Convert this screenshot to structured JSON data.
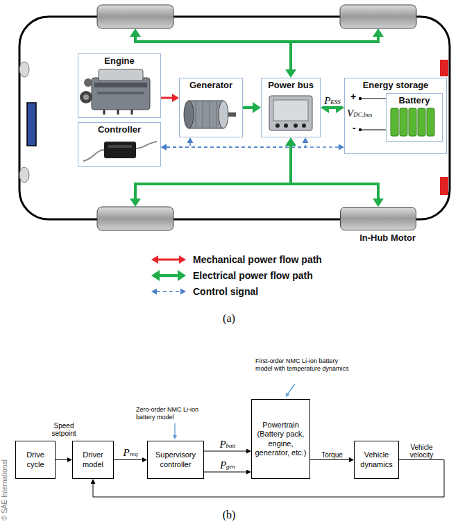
{
  "diagram": {
    "nodes": [
      {
        "text": [
          "Engine"
        ]
      },
      {
        "text": [
          "Generator"
        ]
      },
      {
        "text": [
          "Power bus"
        ]
      },
      {
        "text": [
          "Energy storage"
        ]
      },
      {
        "text": [
          "Battery"
        ],
        "in": 3
      },
      {
        "text": [
          "Controller"
        ]
      },
      {
        "text": [
          "In-Hub Motor"
        ]
      },
      {
        "text": [
          "Drive cycle"
        ]
      },
      {
        "text": [
          "Driver model"
        ]
      },
      {
        "text": [
          "Supervisory controller"
        ]
      },
      {
        "text": [
          "Powertrain (Battery pack, engine, generator, etc.)"
        ]
      },
      {
        "text": [
          "Vehicle dynamics"
        ]
      }
    ],
    "edges": [
      {
        "from": 0,
        "to": 1,
        "arrow": "to"
      },
      {
        "from": 1,
        "to": 2,
        "arrow": "to"
      },
      {
        "from": 2,
        "to": 3,
        "arrow": "both",
        "label": "PESS"
      },
      {
        "from": 5,
        "to": 1,
        "arrow": "both"
      },
      {
        "from": 5,
        "to": 2,
        "arrow": "both"
      },
      {
        "from": 5,
        "to": 3,
        "arrow": "both"
      },
      {
        "from": 2,
        "to": 6,
        "arrow": "both"
      },
      {
        "from": 7,
        "to": 8,
        "arrow": "to",
        "label": "Speed setpoint"
      },
      {
        "from": 8,
        "to": 9,
        "arrow": "to",
        "label": "Preq"
      },
      {
        "from": 9,
        "to": 10,
        "arrow": "to",
        "label": "Pbatt"
      },
      {
        "from": 9,
        "to": 10,
        "arrow": "to",
        "label": "Pgen"
      },
      {
        "from": 10,
        "to": 11,
        "arrow": "to",
        "label": "Torque"
      },
      {
        "from": 11,
        "to": 8,
        "arrow": "to",
        "label": "Vehicle velocity"
      }
    ],
    "labels": [
      "VDC,bus",
      "+",
      "-",
      "(a)",
      "Zero-order NMC Li-ion battery model",
      "First-order NMC Li-ion battery model with temperature dynamics",
      "(b)",
      "© SAE International"
    ],
    "legend": [
      {
        "text": "Mechanical power flow path"
      },
      {
        "text": "Electrical power flow path"
      },
      {
        "text": "Control signal"
      }
    ]
  }
}
